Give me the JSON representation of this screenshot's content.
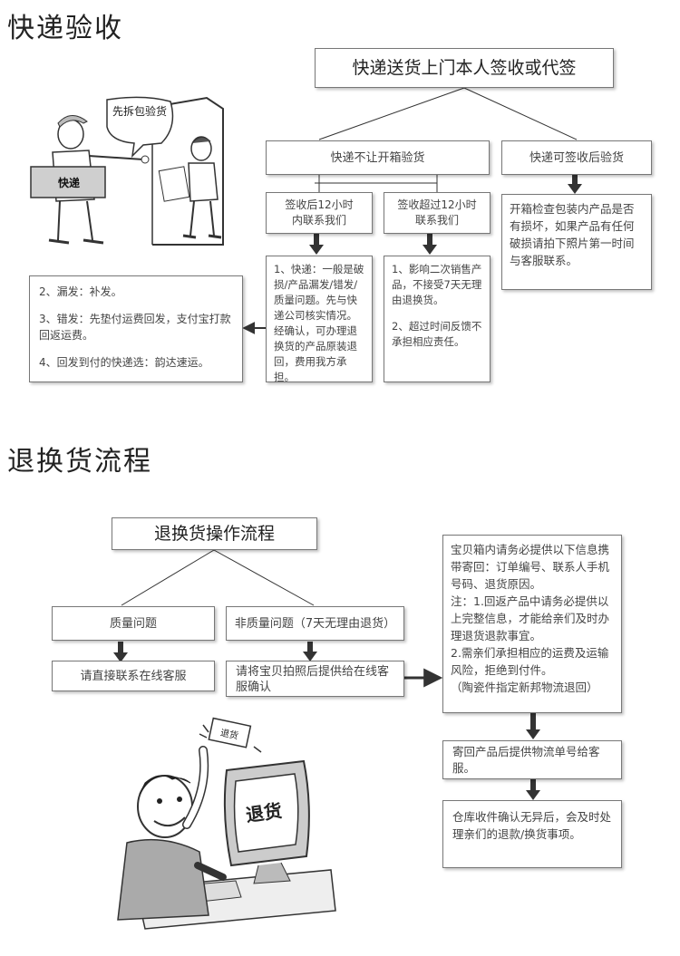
{
  "section1": {
    "title": "快递验收",
    "top_box": "快递送货上门本人签收或代签",
    "branch_no_open": "快递不让开箱验货",
    "branch_can_open": "快递可签收后验货",
    "within_12h": "签收后12小时内联系我们",
    "over_12h": "签收超过12小时联系我们",
    "can_open_detail": "开箱检查包装内产品是否有损坏，如果产品有任何破损请拍下照片第一时间与客服联系。",
    "within_detail": "1、快递：一般是破损/产品漏发/错发/质量问题。先与快递公司核实情况。经确认，可办理退换货的产品原装退回，费用我方承担。",
    "over_detail": [
      "1、影响二次销售产品，不接受7天无理由退换货。",
      "2、超过时间反馈不承担相应责任。"
    ],
    "left_detail": [
      "2、漏发：补发。",
      "3、错发：先垫付运费回发，支付宝打款回返运费。",
      "4、回发到付的快递选：韵达速运。"
    ],
    "illustration": {
      "bubble_text": "先拆包验货",
      "package_label": "快递"
    }
  },
  "section2": {
    "title": "退换货流程",
    "top_box": "退换货操作流程",
    "quality": "质量问题",
    "non_quality": "非质量问题（7天无理由退货）",
    "quality_action": "请直接联系在线客服",
    "non_quality_action": "请将宝贝拍照后提供给在线客服确认",
    "info_box": [
      "宝贝箱内请务必提供以下信息携带寄回：订单编号、联系人手机号码、退货原因。",
      "注：1.回返产品中请务必提供以上完整信息，才能给亲们及时办理退货退款事宜。",
      "2.需亲们承担相应的运费及运输风险，拒绝到付件。",
      "（陶瓷件指定新邦物流退回）"
    ],
    "send_back": "寄回产品后提供物流单号给客服。",
    "warehouse": "仓库收件确认无异后，会及时处理亲们的退款/换货事项。",
    "illustration": {
      "screen_text": "退货",
      "note_text": "退货"
    }
  },
  "colors": {
    "arrow": "#333333",
    "border": "#777777",
    "text": "#444444"
  }
}
